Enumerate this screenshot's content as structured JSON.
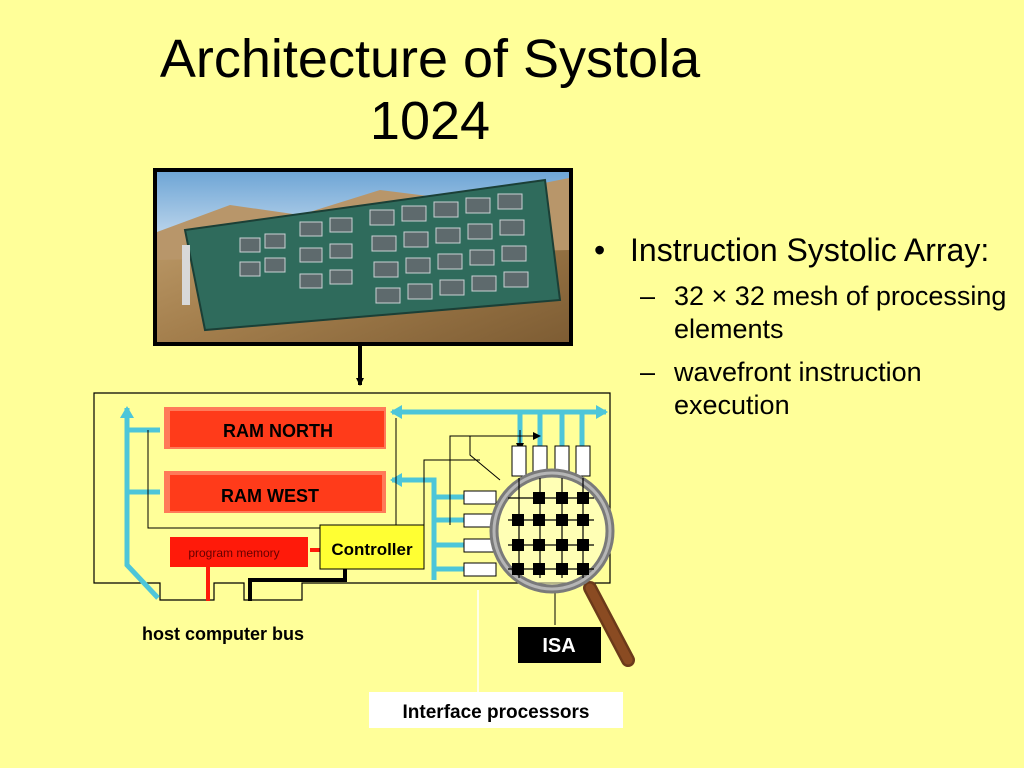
{
  "slide": {
    "title_line1": "Architecture of Systola",
    "title_line2": "1024"
  },
  "bullets": {
    "main": "Instruction Systolic Array:",
    "sub": [
      "32 × 32 mesh of processing elements",
      "wavefront instruction execution"
    ]
  },
  "diagram": {
    "ram_north": "RAM NORTH",
    "ram_west": "RAM WEST",
    "program_memory": "program memory",
    "controller": "Controller",
    "host_bus": "host computer bus",
    "isa": "ISA",
    "interface_processors": "Interface processors"
  },
  "colors": {
    "background": "#ffff99",
    "bus": "#4dc6d9",
    "ram": "#ff3b1a",
    "controller": "#ffff33",
    "isa": "#000000"
  }
}
